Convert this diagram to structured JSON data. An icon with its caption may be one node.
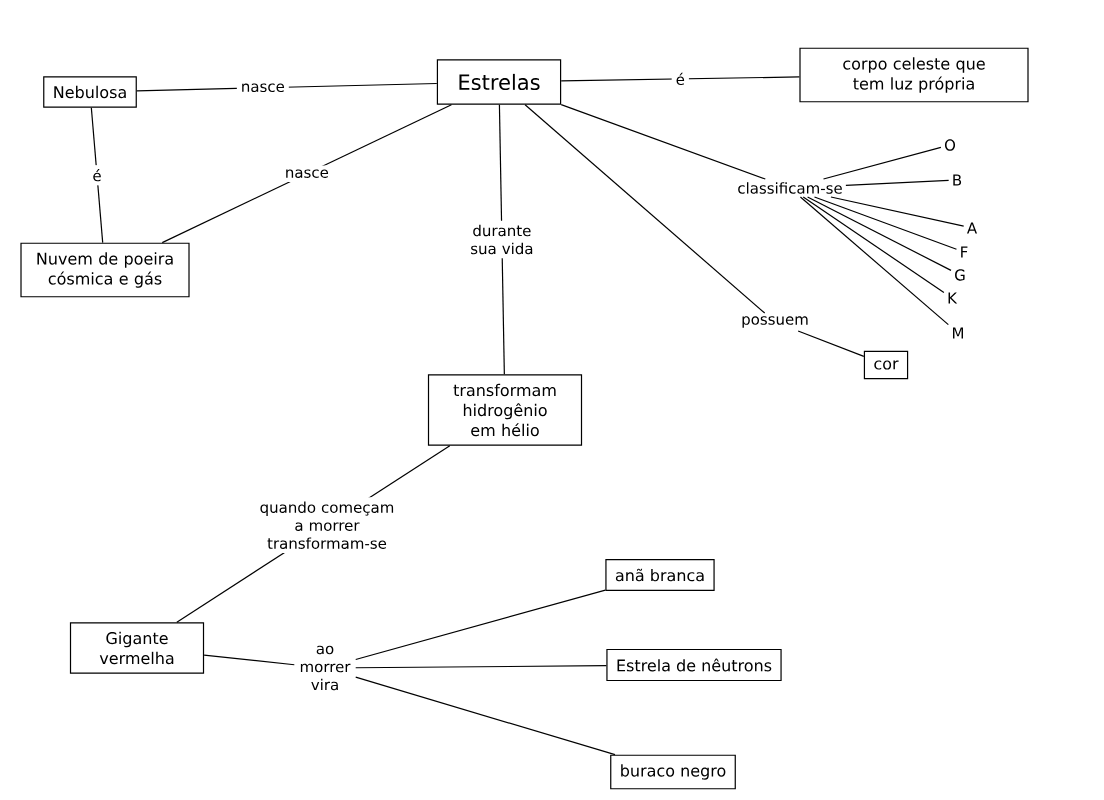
{
  "diagram": {
    "nodes": [
      {
        "text": [
          "Nebulosa"
        ]
      },
      {
        "text": [
          "Estrelas"
        ]
      },
      {
        "text": [
          "corpo celeste que tem luz própria"
        ]
      },
      {
        "text": [
          "Nuvem de poeira cósmica e gás"
        ]
      },
      {
        "text": [
          "classificam-se"
        ]
      },
      {
        "text": [
          "O"
        ]
      },
      {
        "text": [
          "B"
        ]
      },
      {
        "text": [
          "A"
        ]
      },
      {
        "text": [
          "F"
        ]
      },
      {
        "text": [
          "G"
        ]
      },
      {
        "text": [
          "K"
        ]
      },
      {
        "text": [
          "M"
        ]
      },
      {
        "text": [
          "possuem"
        ]
      },
      {
        "text": [
          "cor"
        ]
      },
      {
        "text": [
          "transformam hidrogênio em hélio"
        ]
      },
      {
        "text": [
          "Gigante vermelha"
        ]
      },
      {
        "text": [
          "ao morrer vira"
        ]
      },
      {
        "text": [
          "anã branca"
        ]
      },
      {
        "text": [
          "Estrela de nêutrons"
        ]
      },
      {
        "text": [
          "buraco negro"
        ]
      }
    ],
    "edges": [
      {
        "from": 0,
        "to": 1,
        "arrow": "none",
        "label": "nasce"
      },
      {
        "from": 1,
        "to": 2,
        "arrow": "none",
        "label": "é"
      },
      {
        "from": 0,
        "to": 3,
        "arrow": "none",
        "label": "é"
      },
      {
        "from": 3,
        "to": 1,
        "arrow": "none",
        "label": "nasce"
      },
      {
        "from": 1,
        "to": 14,
        "arrow": "none",
        "label": "durante sua vida"
      },
      {
        "from": 1,
        "to": 4,
        "arrow": "none"
      },
      {
        "from": 4,
        "to": 5,
        "arrow": "none"
      },
      {
        "from": 4,
        "to": 6,
        "arrow": "none"
      },
      {
        "from": 4,
        "to": 7,
        "arrow": "none"
      },
      {
        "from": 4,
        "to": 8,
        "arrow": "none"
      },
      {
        "from": 4,
        "to": 9,
        "arrow": "none"
      },
      {
        "from": 4,
        "to": 10,
        "arrow": "none"
      },
      {
        "from": 4,
        "to": 11,
        "arrow": "none"
      },
      {
        "from": 1,
        "to": 12,
        "arrow": "none"
      },
      {
        "from": 12,
        "to": 13,
        "arrow": "none"
      },
      {
        "from": 14,
        "to": 15,
        "arrow": "none",
        "label": "quando começam a morrer transformam-se"
      },
      {
        "from": 15,
        "to": 16,
        "arrow": "none"
      },
      {
        "from": 16,
        "to": 17,
        "arrow": "none"
      },
      {
        "from": 16,
        "to": 18,
        "arrow": "none"
      },
      {
        "from": 16,
        "to": 19,
        "arrow": "none"
      }
    ]
  }
}
